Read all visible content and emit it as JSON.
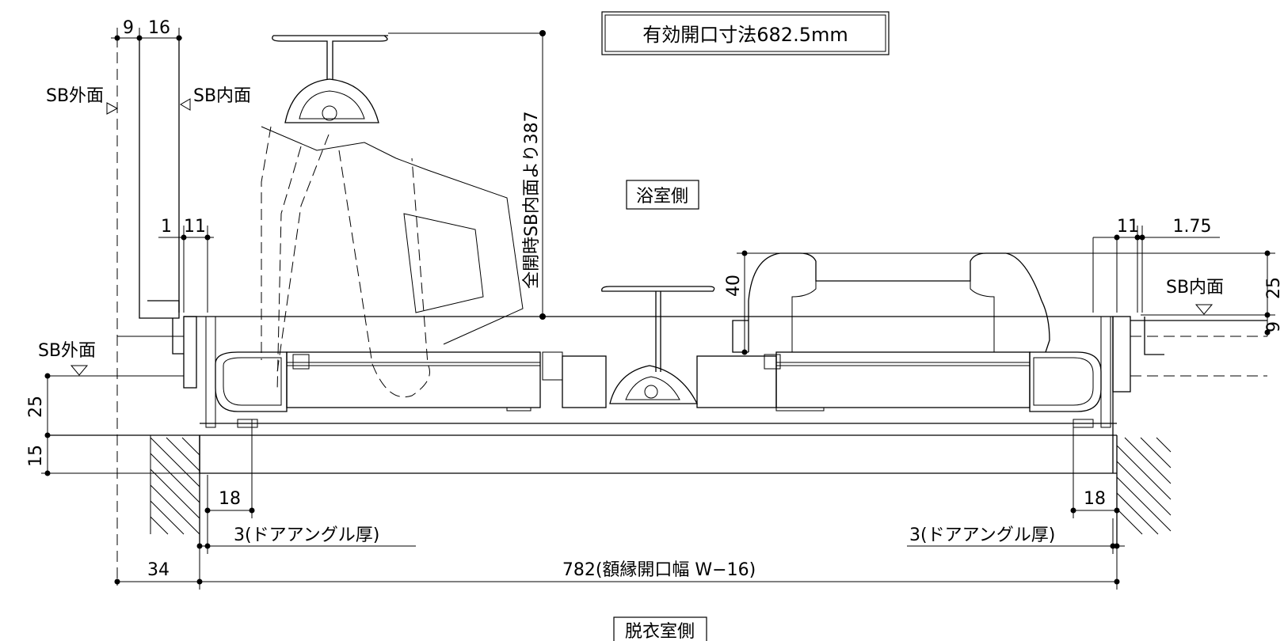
{
  "drawing": {
    "effective_opening": "有効開口寸法682.5mm",
    "bath_side": "浴室側",
    "dressing_side": "脱衣室側",
    "full_open_note": "全開時SB内面より387",
    "sb_outer_top": "SB外面",
    "sb_inner_top": "SB内面",
    "sb_outer_left": "SB外面",
    "sb_inner_right": "SB内面",
    "dim_9": "9",
    "dim_16": "16",
    "dim_1_left": "1",
    "dim_11_left": "11",
    "dim_11_right": "11",
    "dim_175": "1.75",
    "dim_40": "40",
    "dim_25_right": "25",
    "dim_9_right": "9",
    "dim_25_left": "25",
    "dim_15_left": "15",
    "dim_18_left": "18",
    "dim_18_right": "18",
    "door_angle_left": "3(ドアアングル厚)",
    "door_angle_right": "3(ドアアングル厚)",
    "dim_34": "34",
    "frame_width": "782(額縁開口幅 W−16)"
  }
}
